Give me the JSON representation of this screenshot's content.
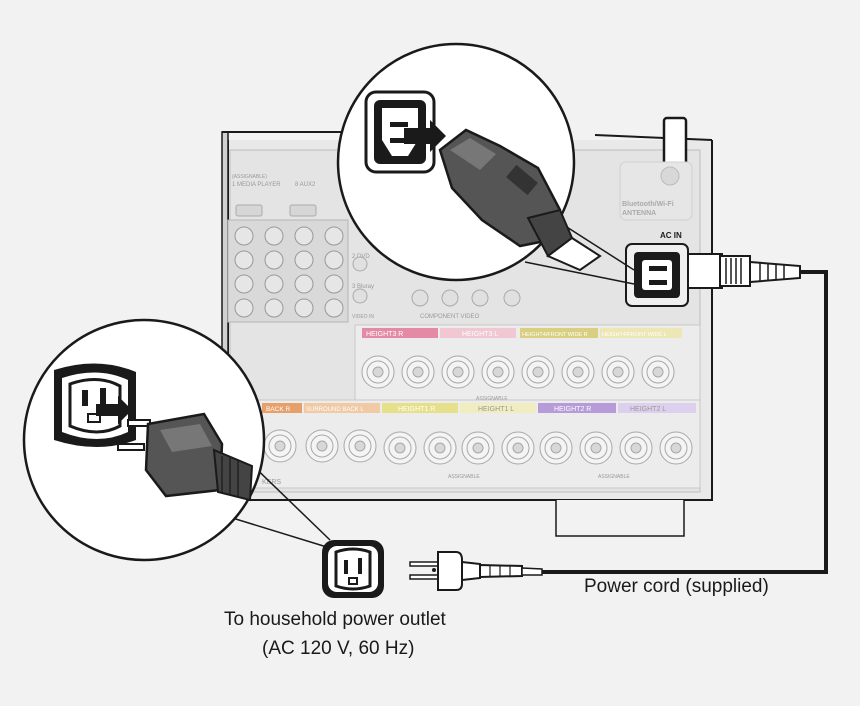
{
  "labels": {
    "ac_in": "AC IN",
    "antenna": "Bluetooth/Wi-Fi",
    "antenna2": "ANTENNA",
    "assignable_top": "(ASSIGNABLE)",
    "media_player": "1 MEDIA PLAYER",
    "aux2": "8 AUX2",
    "assignable_1": "ASSIGNABLE",
    "assignable_2": "ASSIGNABLE",
    "assignable_3": "ASSIGNABLE",
    "speakers_suffix": "KERS",
    "component_video": "COMPONENT VIDEO",
    "video_in": "VIDEO IN",
    "dvd": "2 DVD",
    "bluray": "3 Bluray",
    "height3r": "HEIGHT3 R",
    "height3l": "HEIGHT3 L",
    "height4r": "HEIGHT4/FRONT WIDE R",
    "height4l": "HEIGHT4/FRONT WIDE L",
    "height1r": "HEIGHT1 R",
    "height1l": "HEIGHT1 L",
    "height2r": "HEIGHT2 R",
    "height2l": "HEIGHT2 L",
    "back_r": "BACK R",
    "surround_back_l": "SURROUND BACK L"
  },
  "captions": {
    "power_cord": "Power cord (supplied)",
    "outlet_line1": "To household power outlet",
    "outlet_line2": "(AC 120 V, 60 Hz)"
  },
  "colors": {
    "background": "#f2f2f2",
    "panel": "#e6e6e6",
    "line": "#1a1a1a",
    "height3r": "#e58aa5",
    "height3l": "#f0c7d3",
    "height4r": "#d8d080",
    "height4l": "#ece7b4",
    "height1r": "#e6e08a",
    "height1l": "#f0edc0",
    "height2r": "#b69bd8",
    "height2l": "#dcd0ee",
    "surround": "#e8a06a"
  }
}
